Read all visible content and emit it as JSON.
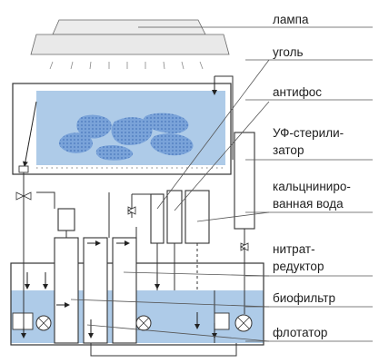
{
  "labels": {
    "lamp": "лампа",
    "coal": "уголь",
    "antiphos": "антифос",
    "uv_line1": "УФ-стерили-",
    "uv_line2": "затор",
    "calc_line1": "кальцниниро-",
    "calc_line2": "ванная вода",
    "nitrate_line1": "нитрат-",
    "nitrate_line2": "редуктор",
    "biofilter": "биофильтр",
    "flotator": "флотатор"
  },
  "colors": {
    "water": "#aecbe8",
    "stone": "#6e99d3",
    "line": "#333333",
    "lamp_fill": "#ececec"
  },
  "icons": [
    "pump-icon",
    "valve-icon",
    "drip-icon"
  ]
}
